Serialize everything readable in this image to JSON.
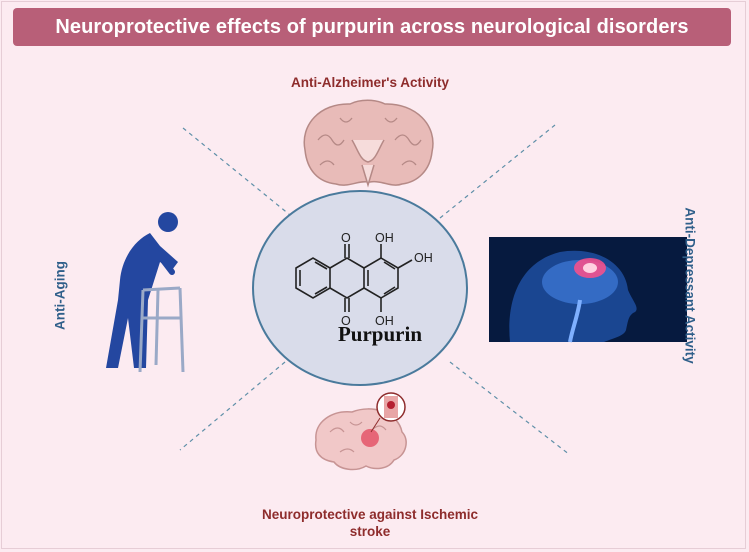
{
  "title": "Neuroprotective effects of purpurin across neurological disorders",
  "center": {
    "compound_name": "Purpurin",
    "substituent_labels": [
      "OH",
      "OH",
      "OH"
    ],
    "carbonyl_labels": [
      "O",
      "O"
    ]
  },
  "activities": {
    "top": "Anti-Alzheimer's Activity",
    "left": "Anti-Aging",
    "right": "Anti-Depressant Activity",
    "bottom_line1": "Neuroprotective against Ischemic",
    "bottom_line2": "stroke"
  },
  "icons": {
    "top": "brain-section-icon",
    "left": "elderly-walker-icon",
    "right": "head-brain-scan-icon",
    "bottom": "brain-stroke-icon"
  },
  "colors": {
    "title_bg": "#b85f78",
    "red_label": "#8e2c2c",
    "blue_label": "#2f5f8a",
    "circle_fill": "#d9dcea",
    "circle_stroke": "#4a7a9c",
    "background": "#fcebf1"
  }
}
